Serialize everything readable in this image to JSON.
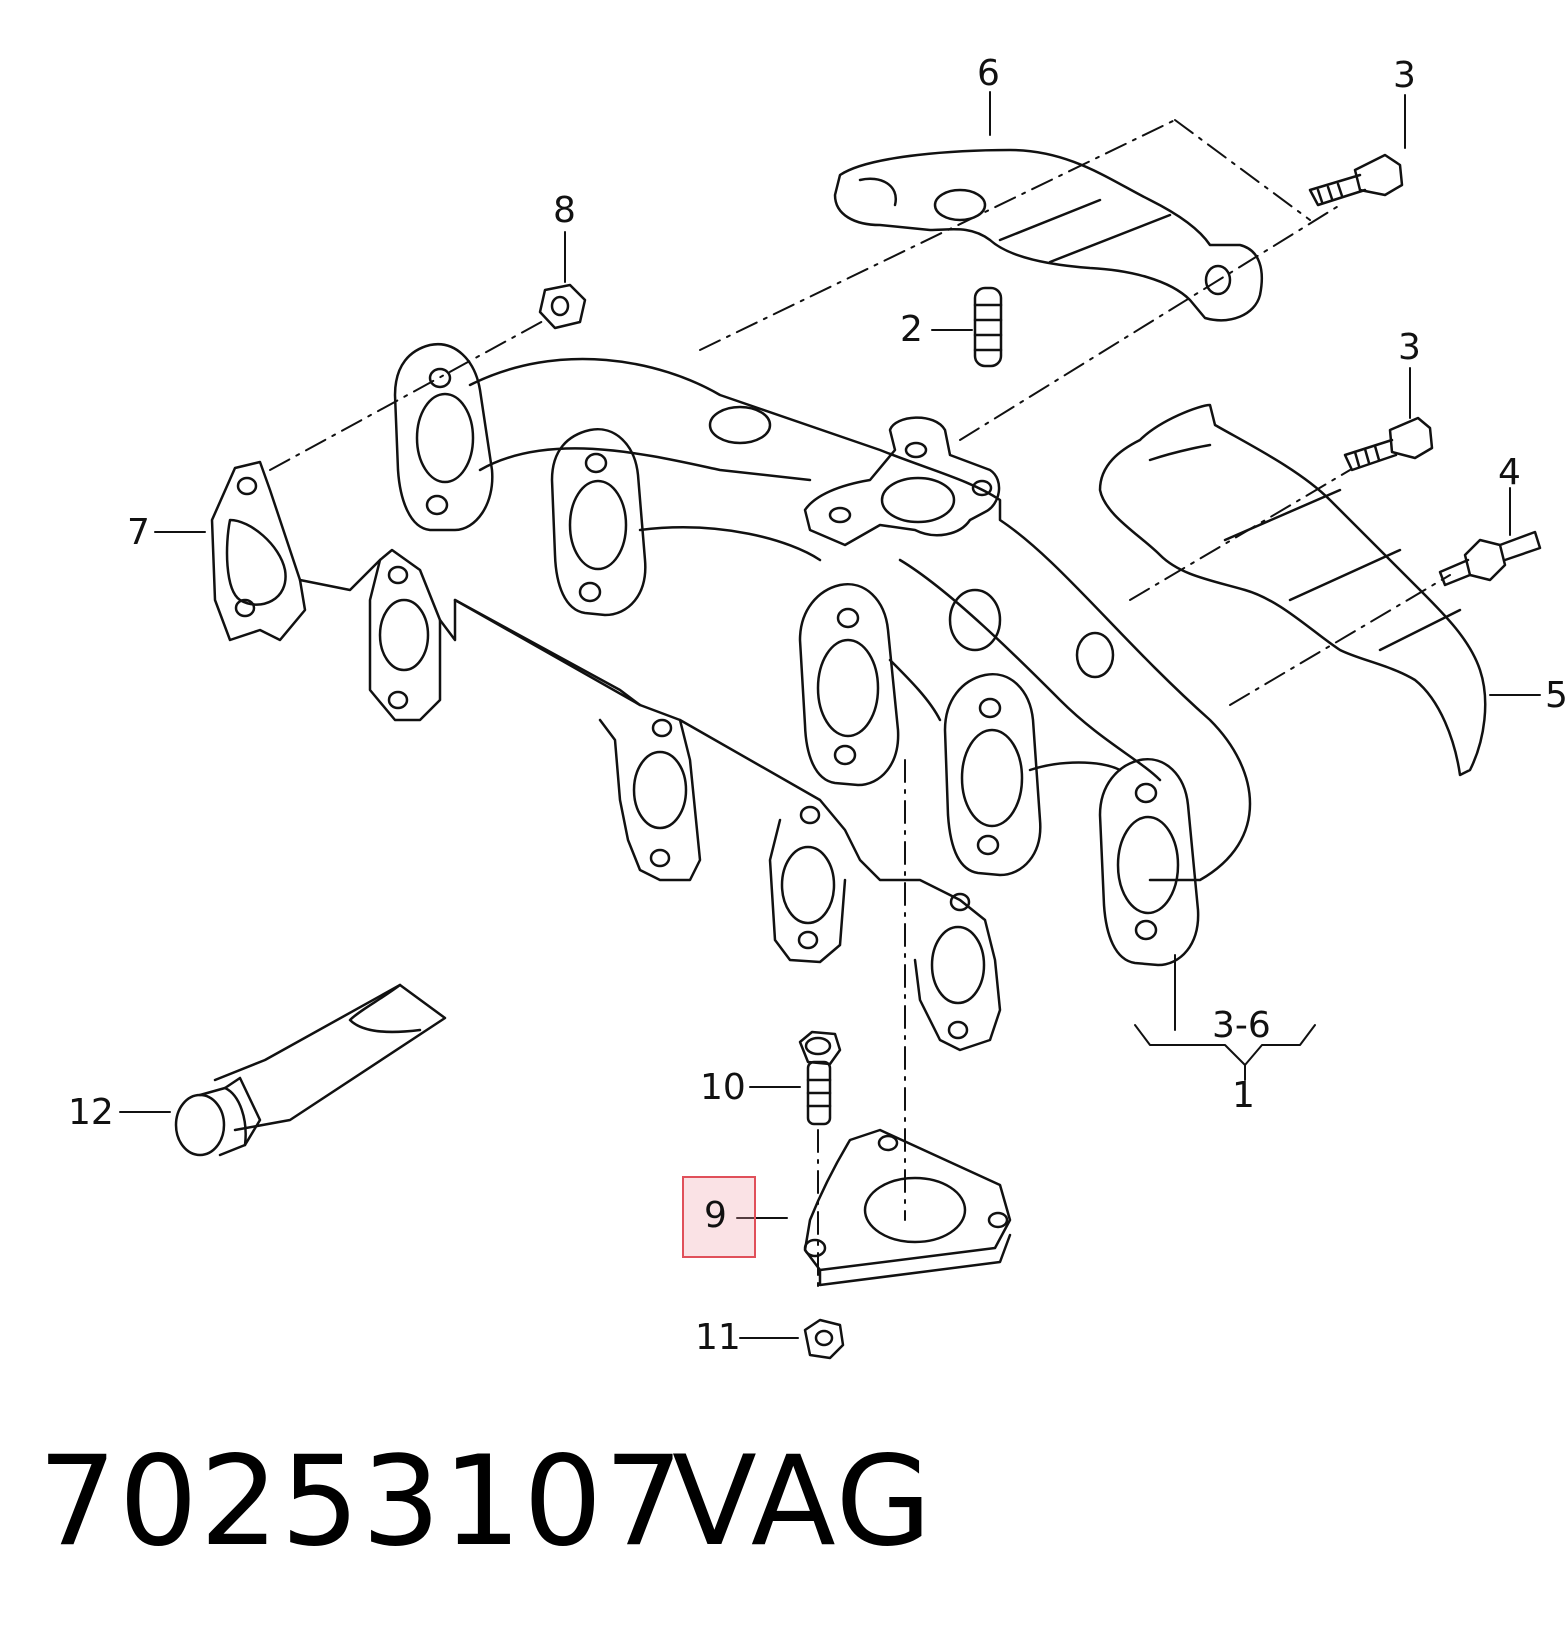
{
  "callouts": {
    "c1": "1",
    "c2": "2",
    "c3a": "3",
    "c3b": "3",
    "c4": "4",
    "c5": "5",
    "c6": "6",
    "c7": "7",
    "c8": "8",
    "c9": "9",
    "c10": "10",
    "c11": "11",
    "c12": "12",
    "range": "3-6"
  },
  "highlight": {
    "callout": "9",
    "color": "#e0505a"
  },
  "footer": {
    "part_number": "70253107",
    "brand": "VAG"
  }
}
